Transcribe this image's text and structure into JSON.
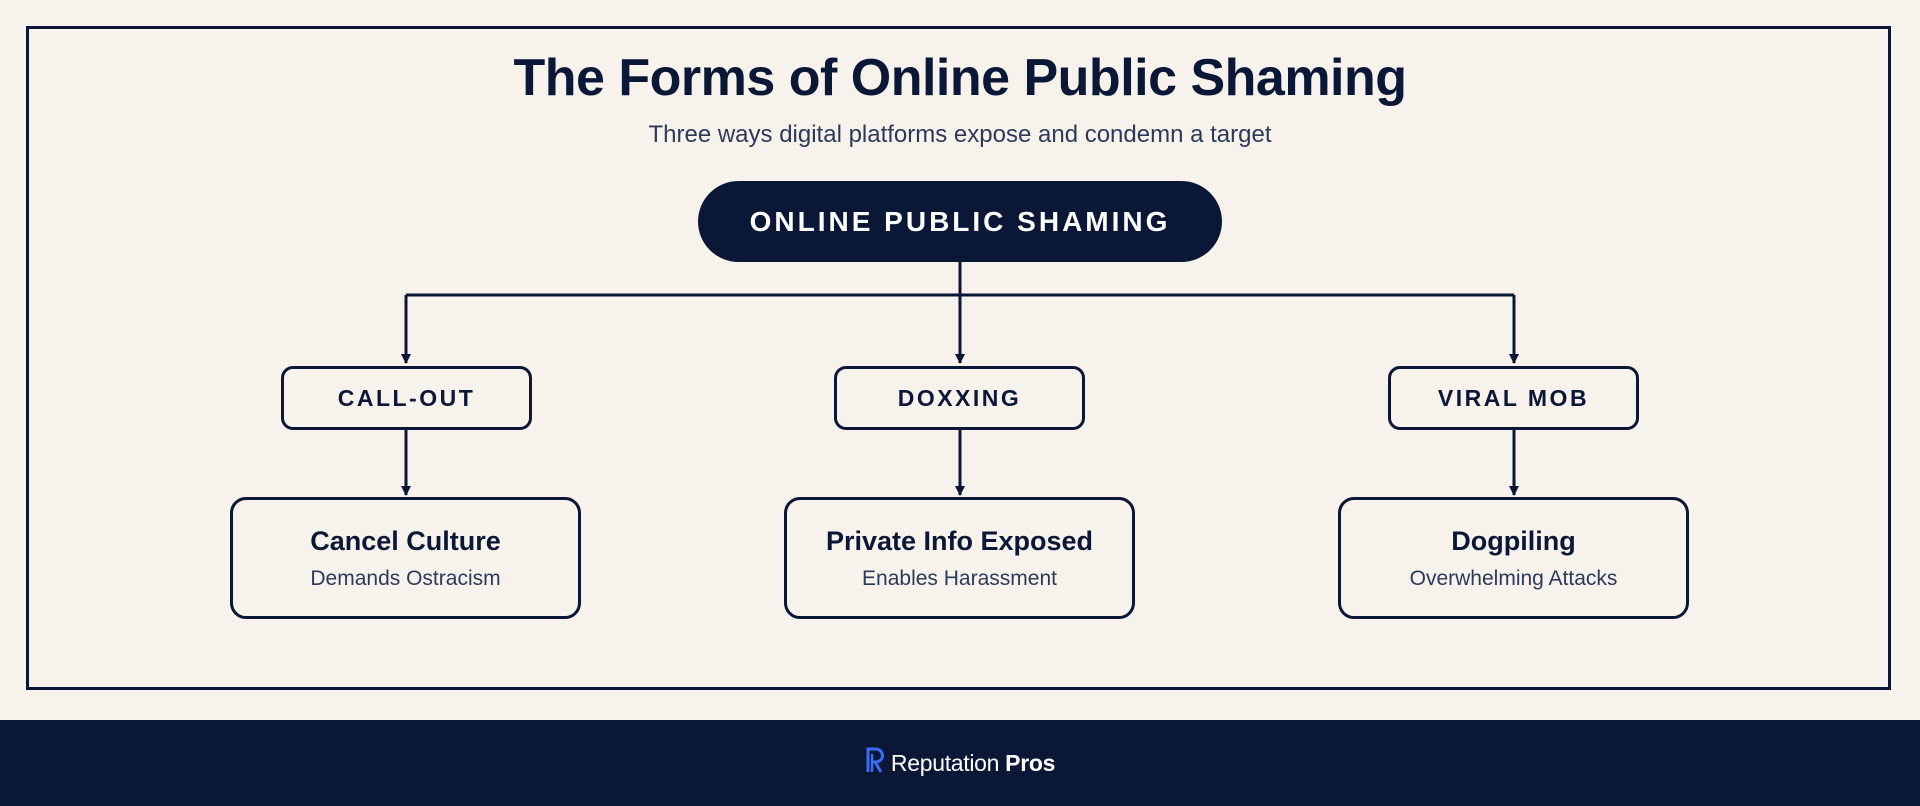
{
  "title": "The Forms of Online Public Shaming",
  "subtitle": "Three ways digital platforms expose and condemn a target",
  "root": "ONLINE PUBLIC SHAMING",
  "branches": [
    {
      "category": "CALL-OUT",
      "result_title": "Cancel Culture",
      "result_subtitle": "Demands Ostracism"
    },
    {
      "category": "DOXXING",
      "result_title": "Private Info Exposed",
      "result_subtitle": "Enables Harassment"
    },
    {
      "category": "VIRAL MOB",
      "result_title": "Dogpiling",
      "result_subtitle": "Overwhelming Attacks"
    }
  ],
  "footer": {
    "brand_part1": "Reputation",
    "brand_part2": "Pros",
    "logo_icon": "reputation-pros-logo-icon"
  },
  "colors": {
    "navy": "#0b1736",
    "background": "#f7f3ec",
    "accent_blue": "#3b6cf6"
  }
}
